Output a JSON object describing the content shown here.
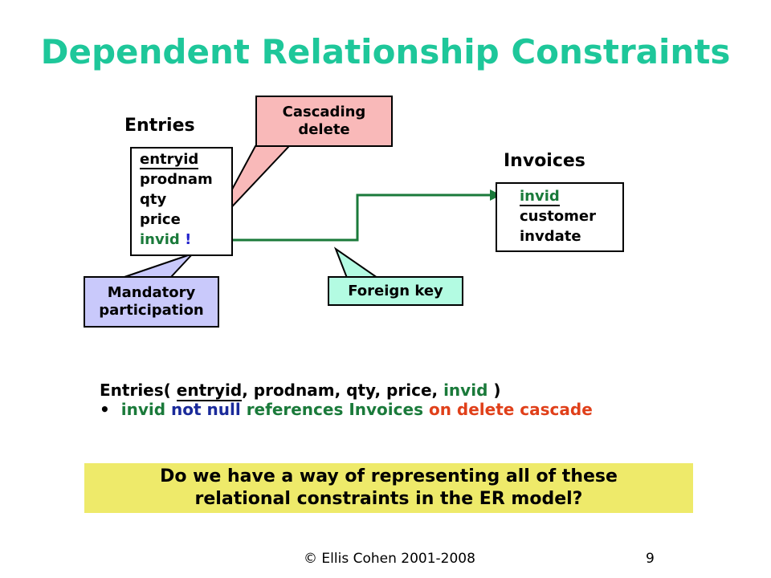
{
  "title": "Dependent Relationship Constraints",
  "entries": {
    "label": "Entries",
    "fields": [
      "entryid",
      "prodnam",
      "qty",
      "price",
      "invid"
    ],
    "mandatory_mark": "!"
  },
  "invoices": {
    "label": "Invoices",
    "fields": [
      "invid",
      "customer",
      "invdate"
    ]
  },
  "callouts": {
    "cascading_line1": "Cascading",
    "cascading_line2": "delete",
    "mandatory_line1": "Mandatory",
    "mandatory_line2": "participation",
    "foreign_key": "Foreign key"
  },
  "schema": {
    "prefix": "Entries(",
    "pk": "entryid",
    "rest": ", prodnam, qty, price,",
    "fk": "invid",
    "close": ")",
    "bullet": "•",
    "c1": "invid",
    "c2": "not null",
    "c3": "references Invoices",
    "c4": "on delete cascade"
  },
  "question": {
    "line1": "Do we have a way of representing all of these",
    "line2": "relational constraints in the ER model?"
  },
  "footer": {
    "copyright": "© Ellis Cohen 2001-2008",
    "page": "9"
  },
  "colors": {
    "title": "#1ec79a",
    "cascading_fill": "#f9b9b9",
    "mandatory_fill": "#c9c9fb",
    "foreign_key_fill": "#b3fbe2",
    "fk_line": "#1a7a3a",
    "arrow_red": "#e0401a",
    "question_fill": "#eeea6a"
  }
}
